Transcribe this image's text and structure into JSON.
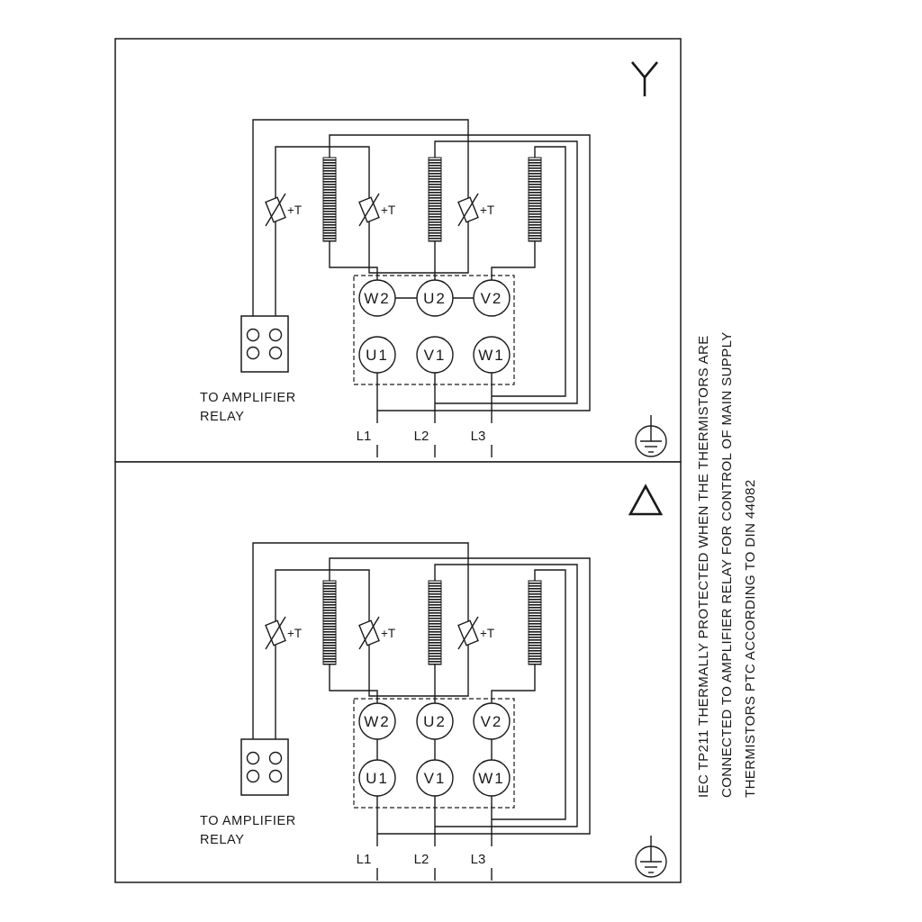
{
  "terminals": {
    "top": [
      "W2",
      "U2",
      "V2"
    ],
    "bottom": [
      "U1",
      "V1",
      "W1"
    ]
  },
  "supply_labels": [
    "L1",
    "L2",
    "L3"
  ],
  "thermistor_label": "+T",
  "relay_caption": {
    "line1": "TO AMPLIFIER",
    "line2": "RELAY"
  },
  "sidebar": {
    "lines": [
      "IEC TP211 THERMALLY PROTECTED WHEN THE THERMISTORS ARE",
      "CONNECTED TO AMPLIFIER RELAY FOR CONTROL OF MAIN SUPPLY",
      "THERMISTORS PTC ACCORDING TO DIN 44082"
    ]
  },
  "symbols": {
    "top_panel": "star-connection",
    "bottom_panel": "delta-connection",
    "earth": "protective-earth"
  },
  "colors": {
    "ink": "#1a1a1a",
    "background": "#ffffff"
  }
}
